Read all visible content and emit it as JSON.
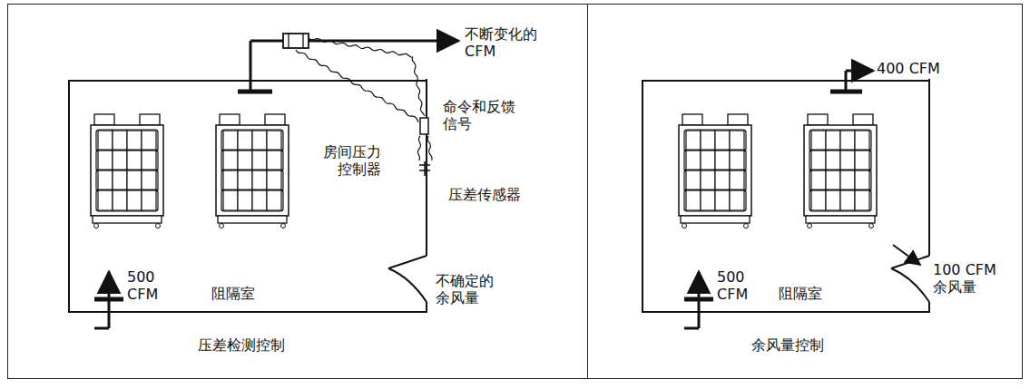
{
  "diagram": {
    "nodes": [
      {
        "text": [
          "压差检测控制"
        ]
      },
      {
        "text": [
          "阻隔室"
        ],
        "in": 0
      },
      {
        "text": [
          "余风量控制"
        ]
      },
      {
        "text": [
          "阻隔室"
        ],
        "in": 2
      }
    ],
    "labels": [
      "不断变化的 CFM",
      "命令和反馈信号",
      "房间压力控制器",
      "压差传感器",
      "500 CFM",
      "不确定的余风量",
      "400 CFM",
      "500 CFM",
      "100 CFM 余风量"
    ]
  }
}
